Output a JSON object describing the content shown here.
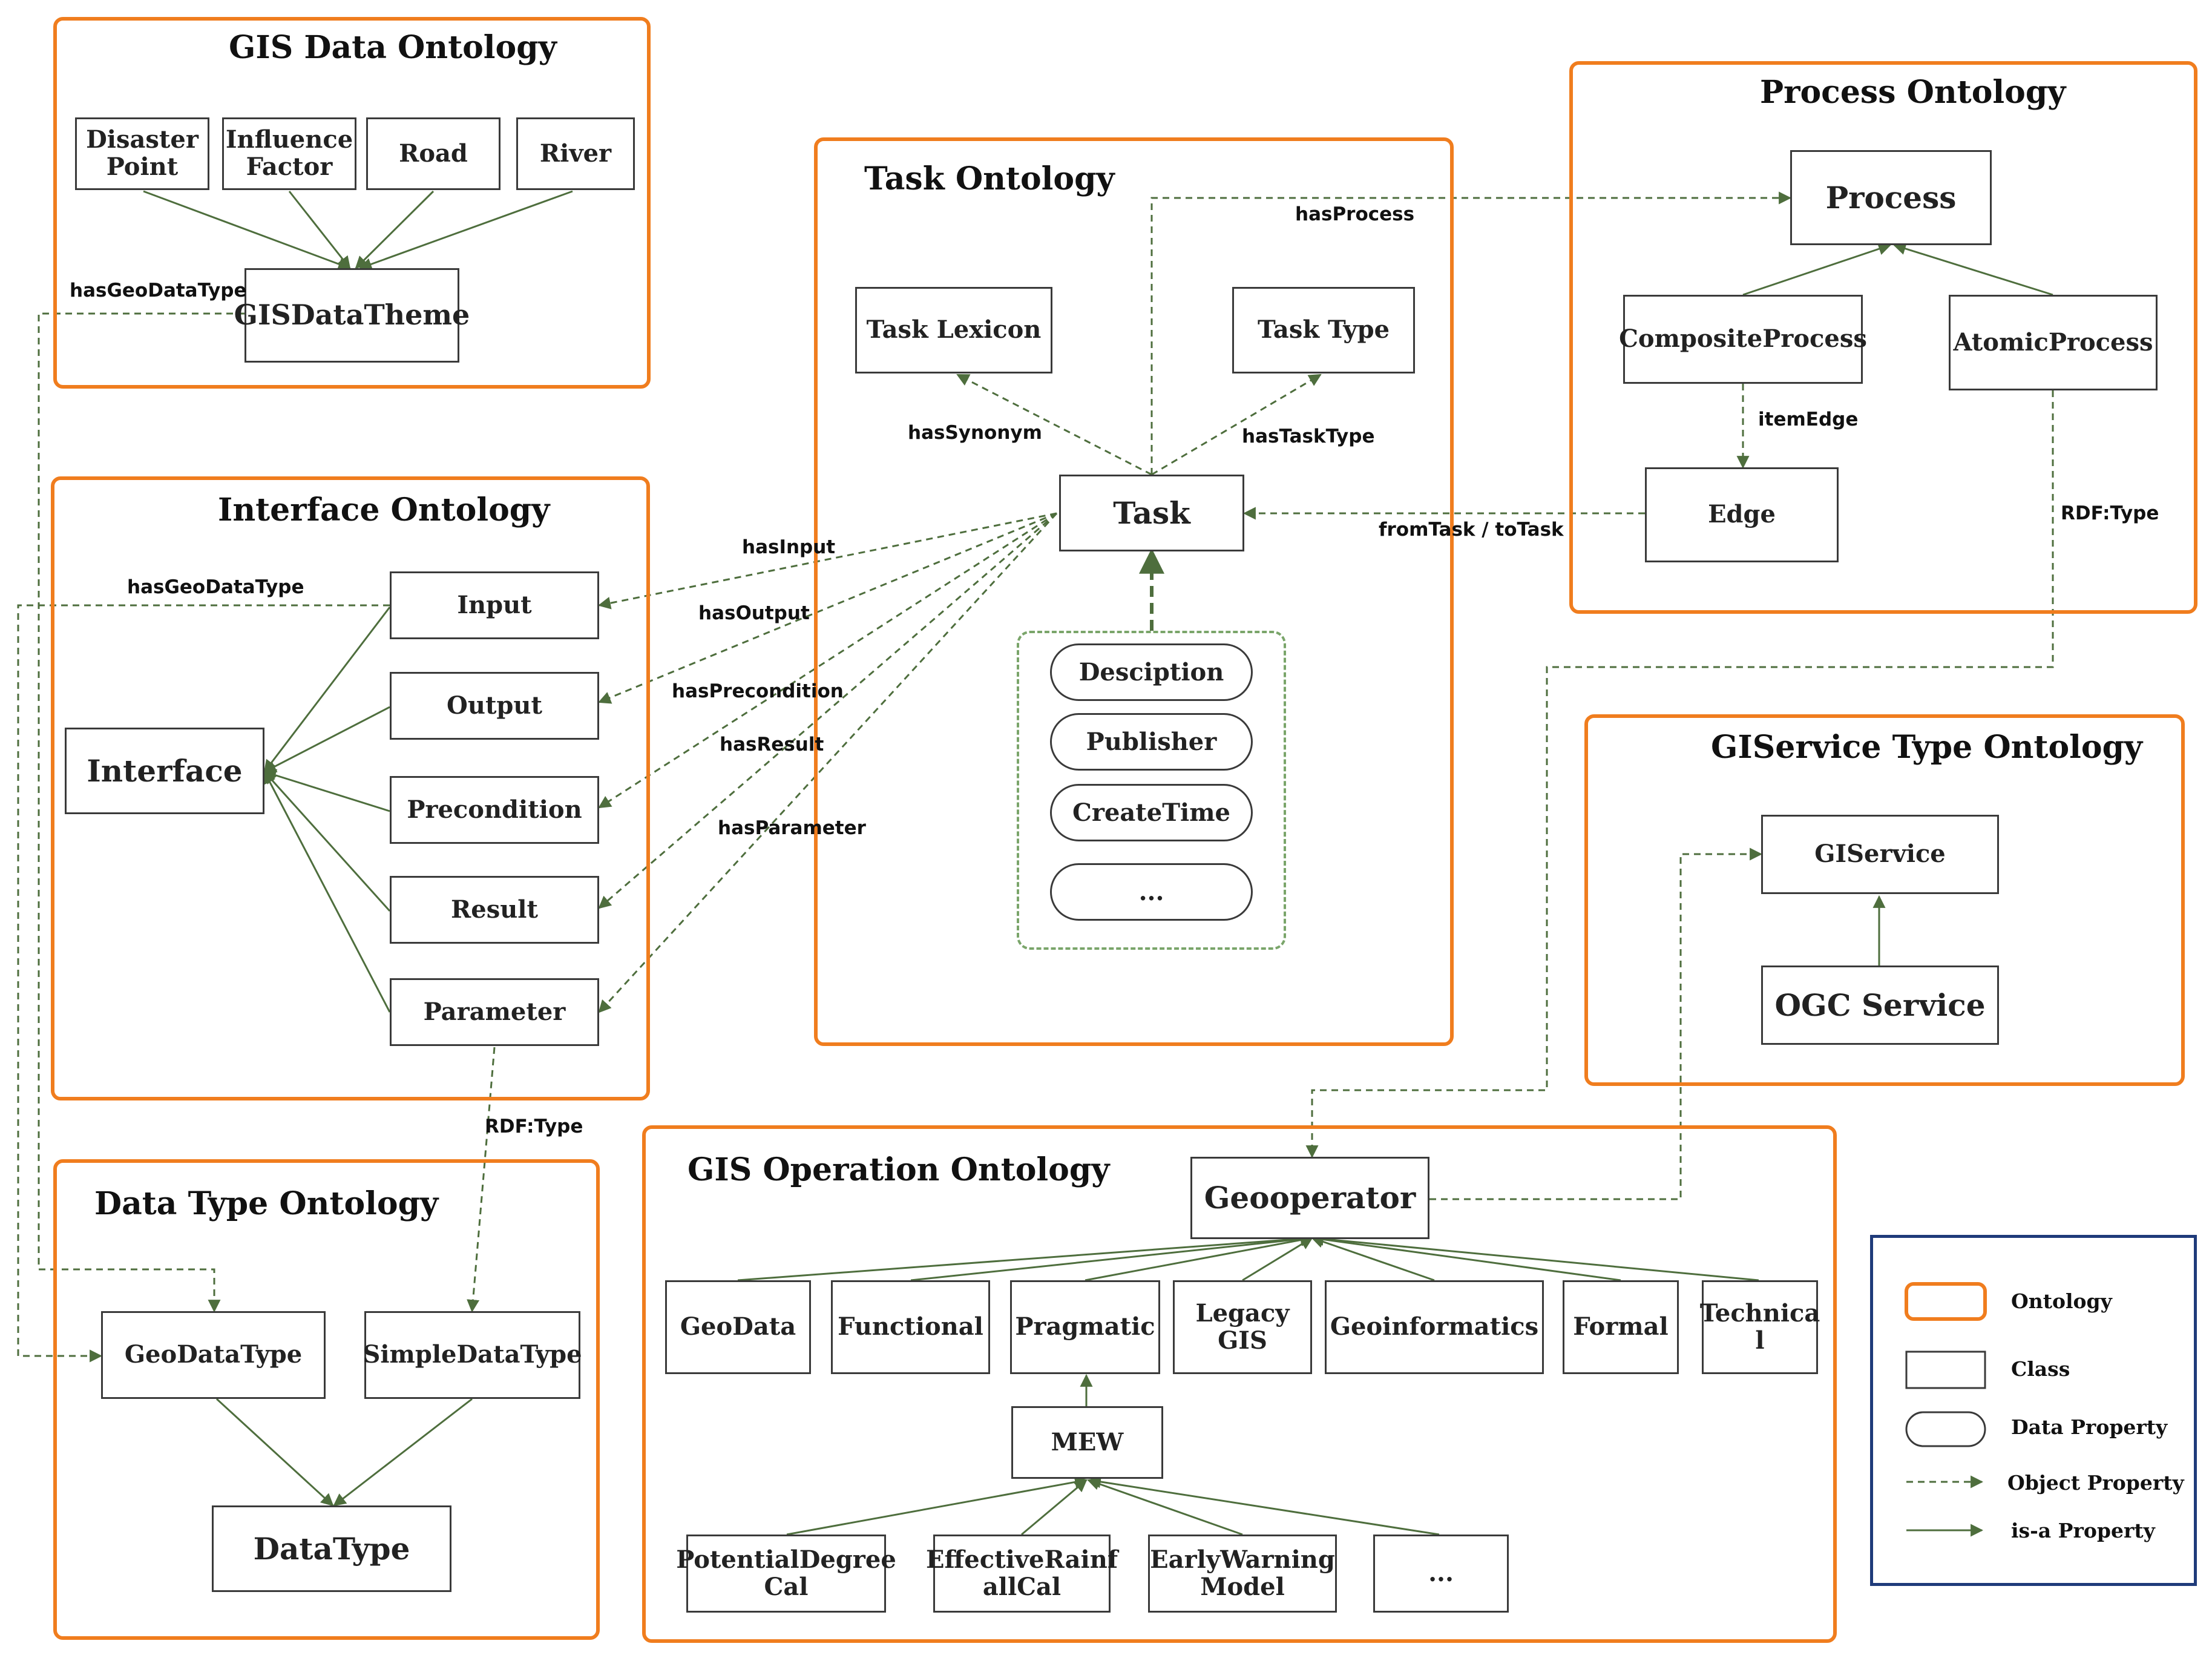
{
  "colors": {
    "ontology_border": "#f07d1e",
    "arrow": "#4e6e3d",
    "legend_border": "#1f3b7a"
  },
  "ontologies": {
    "gis_data": "GIS Data Ontology",
    "task": "Task Ontology",
    "process": "Process Ontology",
    "interface": "Interface Ontology",
    "giservice_type": "GIService Type Ontology",
    "data_type": "Data Type Ontology",
    "gis_operation": "GIS Operation Ontology"
  },
  "classes": {
    "disaster_point": "Disaster\nPoint",
    "influence_factor": "Influence\nFactor",
    "road": "Road",
    "river": "River",
    "gis_data_theme": "GISDataTheme",
    "task_lexicon": "Task Lexicon",
    "task_type": "Task Type",
    "task": "Task",
    "process": "Process",
    "composite_process": "CompositeProcess",
    "atomic_process": "AtomicProcess",
    "edge": "Edge",
    "input": "Input",
    "output": "Output",
    "precondition": "Precondition",
    "result": "Result",
    "parameter": "Parameter",
    "interface": "Interface",
    "giservice": "GIService",
    "ogc_service": "OGC Service",
    "geodatatype": "GeoDataType",
    "simpledatatype": "SimpleDataType",
    "datatype": "DataType",
    "geooperator": "Geooperator",
    "geodata": "GeoData",
    "functional": "Functional",
    "pragmatic": "Pragmatic",
    "legacy_gis": "Legacy\nGIS",
    "geoinformatics": "Geoinformatics",
    "formal": "Formal",
    "technical": "Technica\nl",
    "mew": "MEW",
    "potential_degree_cal": "PotentialDegree\nCal",
    "effective_rainfall_cal": "EffectiveRainf\nallCal",
    "early_warning_model": "EarlyWarning\nModel",
    "more": "..."
  },
  "data_properties": {
    "desciption": "Desciption",
    "publisher": "Publisher",
    "create_time": "CreateTime",
    "more": "..."
  },
  "relations": {
    "has_process": "hasProcess",
    "has_synonym": "hasSynonym",
    "has_task_type": "hasTaskType",
    "from_task_to_task": "fromTask / toTask",
    "item_edge": "itemEdge",
    "rdf_type_process": "RDF:Type",
    "has_input": "hasInput",
    "has_output": "hasOutput",
    "has_precondition": "hasPrecondition",
    "has_result": "hasResult",
    "has_parameter": "hasParameter",
    "has_geodatatype_gis": "hasGeoDataType",
    "has_geodatatype_interface": "hasGeoDataType",
    "rdf_type_parameter": "RDF:Type"
  },
  "legend": {
    "ontology": "Ontology",
    "class": "Class",
    "data_property": "Data Property",
    "object_property": "Object Property",
    "is_a_property": "is-a Property"
  }
}
